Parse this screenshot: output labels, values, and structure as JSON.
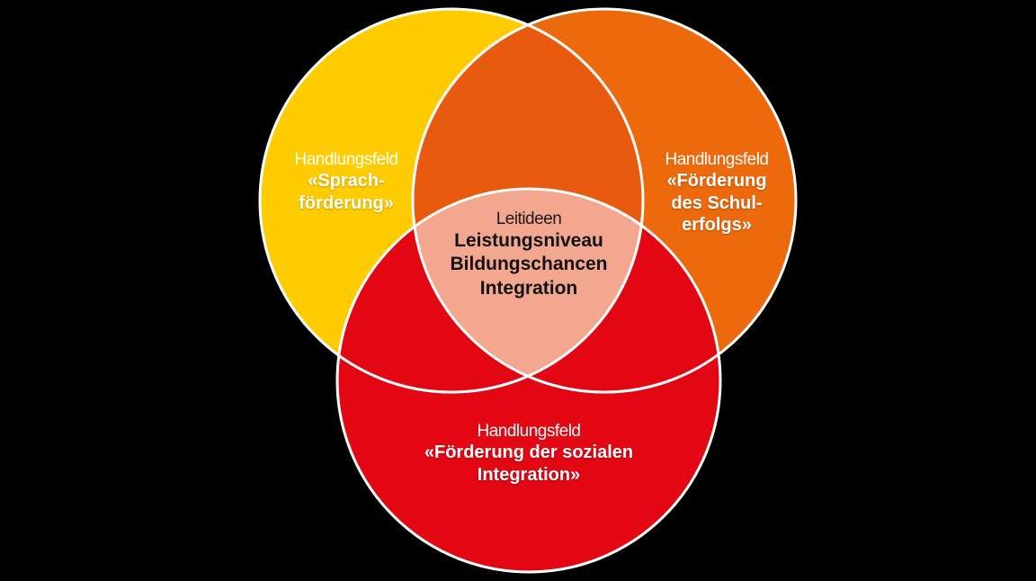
{
  "diagram": {
    "type": "venn",
    "background": "#000000",
    "colors": {
      "yellow": "#FFCC00",
      "orange": "#EC6A0C",
      "yellow_orange_overlap": "#E85A0E",
      "red": "#E30613",
      "center": "#F4A78F",
      "outline": "#FFFFFF"
    },
    "circles": [
      {
        "id": "sprachfoerderung",
        "color": "yellow",
        "label_prefix": "Handlungsfeld",
        "label_lines": [
          "«Sprach-",
          "förderung»"
        ]
      },
      {
        "id": "schulerfolg",
        "color": "orange",
        "label_prefix": "Handlungsfeld",
        "label_lines": [
          "«Förderung",
          "des Schul-",
          "erfolgs»"
        ]
      },
      {
        "id": "soziale-integration",
        "color": "red",
        "label_prefix": "Handlungsfeld",
        "label_lines": [
          "«Förderung der sozialen",
          "Integration»"
        ]
      }
    ],
    "center": {
      "label_prefix": "Leitideen",
      "label_lines": [
        "Leistungsniveau",
        "Bildungschancen",
        "Integration"
      ]
    }
  }
}
